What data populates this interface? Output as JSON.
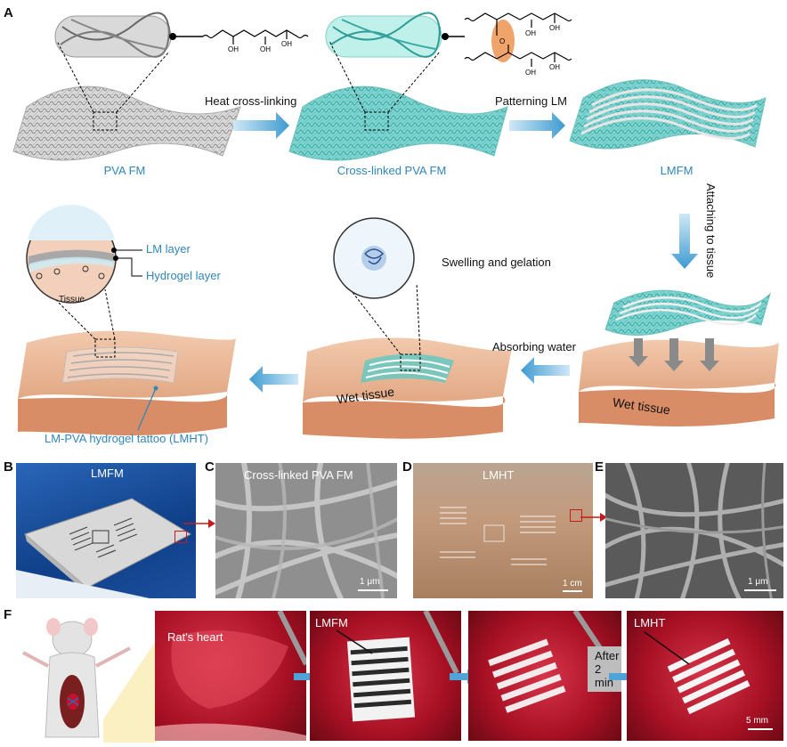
{
  "panels": {
    "A": "A",
    "B": "B",
    "C": "C",
    "D": "D",
    "E": "E",
    "F": "F"
  },
  "panelA": {
    "step1_label": "PVA FM",
    "step2_label": "Cross-linked PVA FM",
    "step3_label": "LMFM",
    "arrow1": "Heat cross-linking",
    "arrow2": "Patterning LM",
    "arrow3": "Attaching to tissue",
    "arrow4": "Absorbing water",
    "swelling": "Swelling and gelation",
    "wet_tissue_1": "Wet tissue",
    "wet_tissue_2": "Wet tissue",
    "lm_layer": "LM layer",
    "hydrogel_layer": "Hydrogel layer",
    "tissue": "Tissue",
    "lmht_label": "LM-PVA hydrogel tattoo (LMHT)",
    "oh": "OH",
    "o": "O"
  },
  "panelB": {
    "title": "LMFM"
  },
  "panelC": {
    "title": "Cross-linked PVA FM",
    "scale": "1 μm"
  },
  "panelD": {
    "title": "LMHT",
    "scale": "1 cm"
  },
  "panelE": {
    "scale": "1 μm"
  },
  "panelF": {
    "heart": "Rat's heart",
    "lmfm": "LMFM",
    "after": "After 2 min",
    "lmht": "LMHT",
    "scale": "5 mm"
  },
  "colors": {
    "accent": "#2f86b8",
    "teal": "#5fc9c4",
    "tissue": "#e8b08f",
    "heart": "#c8102e"
  }
}
